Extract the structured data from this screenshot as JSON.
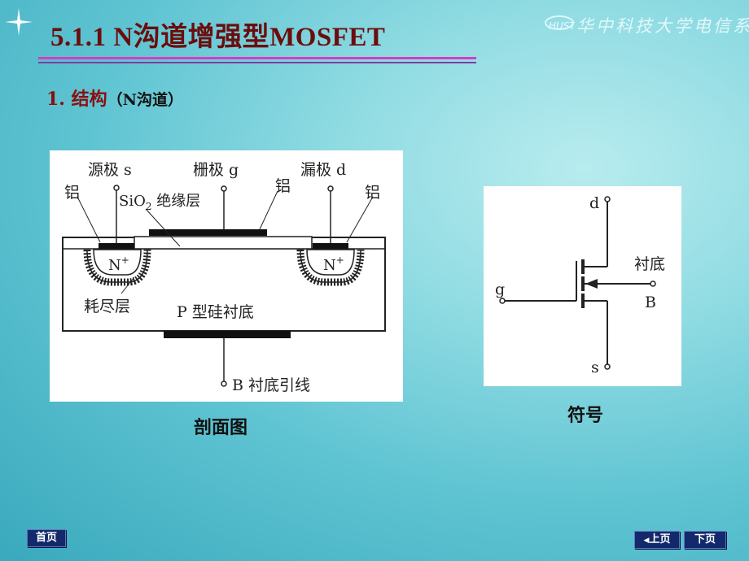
{
  "header": {
    "title": "5.1.1  N沟道增强型MOSFET",
    "logo_text": "华中科技大学电信系"
  },
  "section": {
    "heading": "1. 结构",
    "heading_note": "（N沟道）"
  },
  "cross_section": {
    "caption": "剖面图",
    "labels": {
      "source": "源极 s",
      "gate": "栅极 g",
      "drain": "漏极 d",
      "aluminum_left": "铝",
      "aluminum_mid": "铝",
      "aluminum_right": "铝",
      "oxide_main": "SiO",
      "oxide_sub": "2",
      "oxide_rest": " 绝缘层",
      "n_plus_base": "N",
      "n_plus_sup": "+",
      "depletion": "耗尽层",
      "substrate": "P 型硅衬底",
      "substrate_lead": "B 衬底引线"
    }
  },
  "symbol": {
    "caption": "符号",
    "labels": {
      "d": "d",
      "g": "g",
      "s": "s",
      "substrate": "衬底",
      "b": "B"
    }
  },
  "nav": {
    "home": "首页",
    "prev": "上页",
    "next": "下页"
  },
  "colors": {
    "title": "#6b0d0d",
    "section": "#8b0f0f",
    "rule": "#d63cc4",
    "nav_bg": "#14296b"
  }
}
